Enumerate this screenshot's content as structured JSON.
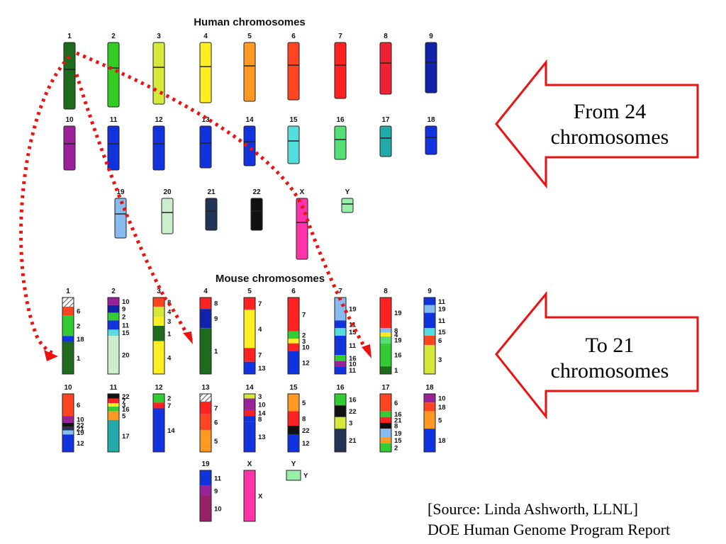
{
  "human": {
    "title": "Human chromosomes",
    "chromosomes": [
      {
        "label": "1",
        "color": "#1e6b1e",
        "row": 0,
        "col": 0,
        "h": 1.0
      },
      {
        "label": "2",
        "color": "#33cc22",
        "row": 0,
        "col": 1,
        "h": 0.97
      },
      {
        "label": "3",
        "color": "#d4e83a",
        "row": 0,
        "col": 2,
        "h": 0.93
      },
      {
        "label": "4",
        "color": "#ffee22",
        "row": 0,
        "col": 3,
        "h": 0.9
      },
      {
        "label": "5",
        "color": "#ff9922",
        "row": 0,
        "col": 4,
        "h": 0.88
      },
      {
        "label": "6",
        "color": "#ff4422",
        "row": 0,
        "col": 5,
        "h": 0.86
      },
      {
        "label": "7",
        "color": "#ff2222",
        "row": 0,
        "col": 6,
        "h": 0.84
      },
      {
        "label": "8",
        "color": "#ee2233",
        "row": 0,
        "col": 7,
        "h": 0.78
      },
      {
        "label": "9",
        "color": "#1122aa",
        "row": 0,
        "col": 8,
        "h": 0.75
      },
      {
        "label": "10",
        "color": "#992299",
        "row": 1,
        "col": 0,
        "h": 1.0
      },
      {
        "label": "11",
        "color": "#1133dd",
        "row": 1,
        "col": 1,
        "h": 1.0
      },
      {
        "label": "12",
        "color": "#1133dd",
        "row": 1,
        "col": 2,
        "h": 1.0
      },
      {
        "label": "13",
        "color": "#1133dd",
        "row": 1,
        "col": 3,
        "h": 0.95
      },
      {
        "label": "14",
        "color": "#1133dd",
        "row": 1,
        "col": 4,
        "h": 0.9
      },
      {
        "label": "15",
        "color": "#55dddd",
        "row": 1,
        "col": 5,
        "h": 0.85
      },
      {
        "label": "16",
        "color": "#55dd77",
        "row": 1,
        "col": 6,
        "h": 0.75
      },
      {
        "label": "17",
        "color": "#22aaaa",
        "row": 1,
        "col": 7,
        "h": 0.7
      },
      {
        "label": "18",
        "color": "#1133dd",
        "row": 1,
        "col": 8,
        "h": 0.65
      },
      {
        "label": "19",
        "color": "#88bbee",
        "row": 2,
        "col": 0,
        "h": 0.62
      },
      {
        "label": "20",
        "color": "#cceecc",
        "row": 2,
        "col": 1,
        "h": 0.55
      },
      {
        "label": "21",
        "color": "#223355",
        "row": 2,
        "col": 2,
        "h": 0.5
      },
      {
        "label": "22",
        "color": "#111111",
        "row": 2,
        "col": 3,
        "h": 0.5
      },
      {
        "label": "X",
        "color": "#ff33aa",
        "row": 2,
        "col": 4,
        "h": 0.95
      },
      {
        "label": "Y",
        "color": "#99eeaa",
        "row": 2,
        "col": 5,
        "h": 0.22
      }
    ]
  },
  "mouse": {
    "title": "Mouse chromosomes",
    "chromosomes": [
      {
        "label": "1",
        "row": 0,
        "col": 0,
        "hatched": true,
        "segments": [
          {
            "c": "#ff4422",
            "f": 0.12,
            "n": "6"
          },
          {
            "c": "#33cc33",
            "f": 0.28,
            "n": "2"
          },
          {
            "c": "#1133dd",
            "f": 0.08,
            "n": "18"
          },
          {
            "c": "#1e6b1e",
            "f": 0.44,
            "n": "1"
          }
        ]
      },
      {
        "label": "2",
        "row": 0,
        "col": 1,
        "segments": [
          {
            "c": "#992299",
            "f": 0.1,
            "n": "10"
          },
          {
            "c": "#1122aa",
            "f": 0.1,
            "n": "9"
          },
          {
            "c": "#33cc33",
            "f": 0.1,
            "n": "2"
          },
          {
            "c": "#1133dd",
            "f": 0.12,
            "n": "11"
          },
          {
            "c": "#55dddd",
            "f": 0.08,
            "n": "15"
          },
          {
            "c": "#cceecc",
            "f": 0.5,
            "n": "20"
          }
        ]
      },
      {
        "label": "3",
        "row": 0,
        "col": 2,
        "segments": [
          {
            "c": "#ff4422",
            "f": 0.12,
            "n": "8"
          },
          {
            "c": "#d4e83a",
            "f": 0.13,
            "n": "4"
          },
          {
            "c": "#ffee22",
            "f": 0.12,
            "n": "3"
          },
          {
            "c": "#1e6b1e",
            "f": 0.2,
            "n": "1"
          },
          {
            "c": "#ffee22",
            "f": 0.43,
            "n": "4"
          }
        ]
      },
      {
        "label": "4",
        "row": 0,
        "col": 3,
        "segments": [
          {
            "c": "#ff2222",
            "f": 0.15,
            "n": "8"
          },
          {
            "c": "#1122aa",
            "f": 0.25,
            "n": "9"
          },
          {
            "c": "#1e6b1e",
            "f": 0.6,
            "n": "1"
          }
        ]
      },
      {
        "label": "5",
        "row": 0,
        "col": 4,
        "segments": [
          {
            "c": "#ff2222",
            "f": 0.16,
            "n": "7"
          },
          {
            "c": "#ffee22",
            "f": 0.5,
            "n": "4"
          },
          {
            "c": "#ff2222",
            "f": 0.18,
            "n": "7"
          },
          {
            "c": "#1133dd",
            "f": 0.16,
            "n": "13"
          }
        ]
      },
      {
        "label": "6",
        "row": 0,
        "col": 5,
        "segments": [
          {
            "c": "#ff2222",
            "f": 0.44,
            "n": "7"
          },
          {
            "c": "#33cc33",
            "f": 0.1,
            "n": "2"
          },
          {
            "c": "#ffee22",
            "f": 0.06,
            "n": "3"
          },
          {
            "c": "#ff2222",
            "f": 0.1,
            "n": "10"
          },
          {
            "c": "#1133dd",
            "f": 0.3,
            "n": "12"
          }
        ]
      },
      {
        "label": "7",
        "row": 0,
        "col": 6,
        "segments": [
          {
            "c": "#88bbee",
            "f": 0.3,
            "n": "19"
          },
          {
            "c": "#1133dd",
            "f": 0.1,
            "n": "11"
          },
          {
            "c": "#55dddd",
            "f": 0.1,
            "n": "15"
          },
          {
            "c": "#1133dd",
            "f": 0.25,
            "n": "11"
          },
          {
            "c": "#33cc33",
            "f": 0.08,
            "n": "16"
          },
          {
            "c": "#992299",
            "f": 0.07,
            "n": "10"
          },
          {
            "c": "#1133dd",
            "f": 0.1,
            "n": "11"
          }
        ]
      },
      {
        "label": "8",
        "row": 0,
        "col": 7,
        "segments": [
          {
            "c": "#ff2222",
            "f": 0.4,
            "n": "19"
          },
          {
            "c": "#88bbee",
            "f": 0.06,
            "n": "8"
          },
          {
            "c": "#ffee22",
            "f": 0.05,
            "n": "4"
          },
          {
            "c": "#55dd77",
            "f": 0.09,
            "n": "19"
          },
          {
            "c": "#33cc33",
            "f": 0.3,
            "n": "16"
          },
          {
            "c": "#1e6b1e",
            "f": 0.1,
            "n": "1"
          }
        ]
      },
      {
        "label": "9",
        "row": 0,
        "col": 8,
        "segments": [
          {
            "c": "#1133dd",
            "f": 0.1,
            "n": "11"
          },
          {
            "c": "#88bbee",
            "f": 0.1,
            "n": "19"
          },
          {
            "c": "#1133dd",
            "f": 0.2,
            "n": "11"
          },
          {
            "c": "#55dddd",
            "f": 0.1,
            "n": "15"
          },
          {
            "c": "#ff4422",
            "f": 0.12,
            "n": "6"
          },
          {
            "c": "#d4e83a",
            "f": 0.38,
            "n": "3"
          }
        ]
      },
      {
        "label": "10",
        "row": 1,
        "col": 0,
        "segments": [
          {
            "c": "#ff4422",
            "f": 0.38,
            "n": "6"
          },
          {
            "c": "#992299",
            "f": 0.12,
            "n": "10"
          },
          {
            "c": "#111111",
            "f": 0.07,
            "n": "22"
          },
          {
            "c": "#223355",
            "f": 0.06,
            "n": "21"
          },
          {
            "c": "#88bbee",
            "f": 0.07,
            "n": "19"
          },
          {
            "c": "#1133dd",
            "f": 0.3,
            "n": "12"
          }
        ]
      },
      {
        "label": "11",
        "row": 1,
        "col": 1,
        "segments": [
          {
            "c": "#111111",
            "f": 0.08,
            "n": "22"
          },
          {
            "c": "#ff2222",
            "f": 0.08,
            "n": "7"
          },
          {
            "c": "#ffee22",
            "f": 0.06,
            "n": "3"
          },
          {
            "c": "#33cc33",
            "f": 0.08,
            "n": "16"
          },
          {
            "c": "#ff9922",
            "f": 0.15,
            "n": "5"
          },
          {
            "c": "#22aaaa",
            "f": 0.55,
            "n": "17"
          }
        ]
      },
      {
        "label": "12",
        "row": 1,
        "col": 2,
        "segments": [
          {
            "c": "#33cc33",
            "f": 0.15,
            "n": "2"
          },
          {
            "c": "#ff2222",
            "f": 0.1,
            "n": "7"
          },
          {
            "c": "#1133dd",
            "f": 0.75,
            "n": "14"
          }
        ]
      },
      {
        "label": "13",
        "row": 1,
        "col": 3,
        "hatched": true,
        "segments": [
          {
            "c": "#ff2222",
            "f": 0.2,
            "n": "7"
          },
          {
            "c": "#ff4422",
            "f": 0.25,
            "n": "6"
          },
          {
            "c": "#ff9922",
            "f": 0.35,
            "n": "5"
          }
        ]
      },
      {
        "label": "14",
        "row": 1,
        "col": 4,
        "segments": [
          {
            "c": "#d4e83a",
            "f": 0.08,
            "n": "3"
          },
          {
            "c": "#992299",
            "f": 0.2,
            "n": "10"
          },
          {
            "c": "#ff2222",
            "f": 0.1,
            "n": "14"
          },
          {
            "c": "#1133dd",
            "f": 0.1,
            "n": "8"
          },
          {
            "c": "#1133dd",
            "f": 0.52,
            "n": "13"
          }
        ]
      },
      {
        "label": "15",
        "row": 1,
        "col": 5,
        "segments": [
          {
            "c": "#ff9922",
            "f": 0.3,
            "n": "5"
          },
          {
            "c": "#ff2222",
            "f": 0.25,
            "n": "8"
          },
          {
            "c": "#111111",
            "f": 0.15,
            "n": "22"
          },
          {
            "c": "#1133dd",
            "f": 0.3,
            "n": "12"
          }
        ]
      },
      {
        "label": "16",
        "row": 1,
        "col": 6,
        "segments": [
          {
            "c": "#33cc33",
            "f": 0.2,
            "n": "16"
          },
          {
            "c": "#111111",
            "f": 0.2,
            "n": "22"
          },
          {
            "c": "#d4e83a",
            "f": 0.2,
            "n": "3"
          },
          {
            "c": "#223355",
            "f": 0.4,
            "n": "21"
          }
        ]
      },
      {
        "label": "17",
        "row": 1,
        "col": 7,
        "segments": [
          {
            "c": "#ff4422",
            "f": 0.3,
            "n": "6"
          },
          {
            "c": "#33cc33",
            "f": 0.1,
            "n": "16"
          },
          {
            "c": "#ff2222",
            "f": 0.1,
            "n": "21"
          },
          {
            "c": "#111111",
            "f": 0.1,
            "n": "8"
          },
          {
            "c": "#88bbee",
            "f": 0.15,
            "n": "19"
          },
          {
            "c": "#ff9922",
            "f": 0.1,
            "n": "15"
          },
          {
            "c": "#33cc33",
            "f": 0.15,
            "n": "2"
          }
        ]
      },
      {
        "label": "18",
        "row": 1,
        "col": 8,
        "segments": [
          {
            "c": "#992299",
            "f": 0.15,
            "n": "10"
          },
          {
            "c": "#ff4422",
            "f": 0.15,
            "n": "18"
          },
          {
            "c": "#ff9922",
            "f": 0.3,
            "n": "5"
          },
          {
            "c": "#1133dd",
            "f": 0.4,
            "n": "18"
          }
        ]
      },
      {
        "label": "19",
        "row": 2,
        "col": 3,
        "segments": [
          {
            "c": "#1133dd",
            "f": 0.3,
            "n": "11"
          },
          {
            "c": "#992299",
            "f": 0.2,
            "n": "9"
          },
          {
            "c": "#992266",
            "f": 0.5,
            "n": "10"
          }
        ]
      },
      {
        "label": "X",
        "row": 2,
        "col": 4,
        "segments": [
          {
            "c": "#ff33aa",
            "f": 1.0,
            "n": "X"
          }
        ]
      },
      {
        "label": "Y",
        "row": 2,
        "col": 5,
        "small": true,
        "segments": [
          {
            "c": "#99eeaa",
            "f": 1.0,
            "n": "Y"
          }
        ]
      }
    ]
  },
  "callouts": {
    "from": "From 24 chromosomes",
    "to": "To 21 chromosomes"
  },
  "arrow_color": "#ee1111",
  "source_line1": "[Source: Linda Ashworth, LLNL]",
  "source_line2": "DOE Human Genome Program Report"
}
